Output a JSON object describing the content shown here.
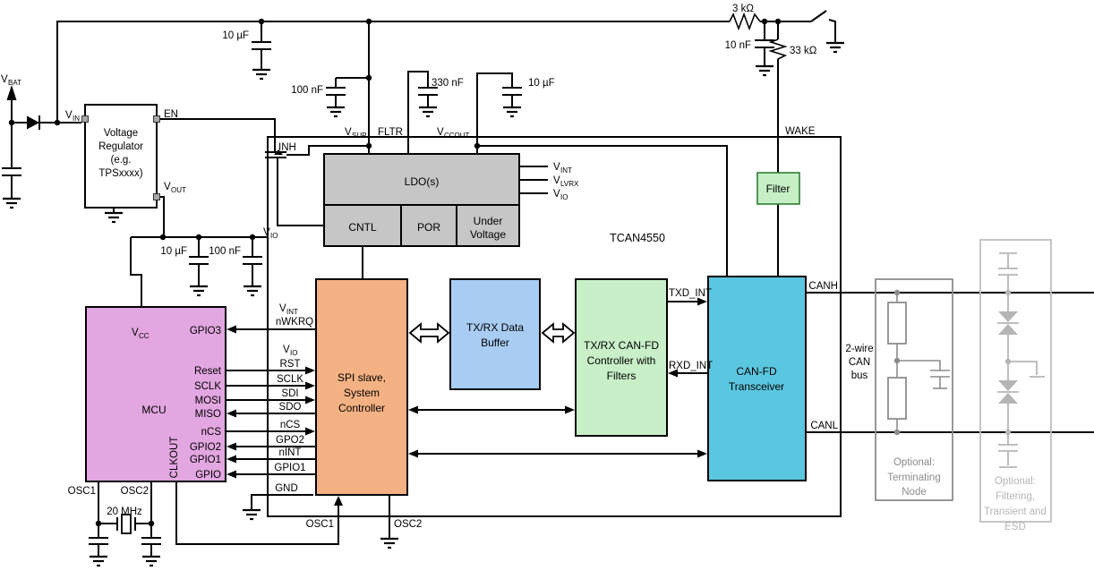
{
  "colors": {
    "mcu": "#E2A6E0",
    "spi": "#F4B183",
    "buffer": "#A9CCF2",
    "controller": "#C8EFC8",
    "transceiver": "#5BC6DF",
    "ldo": "#C6C6C6",
    "filter_fill": "#C6EFC6",
    "filter_border": "#2F7D32",
    "term_gray": "#8C8C8C",
    "esd_gray": "#B5B5B5"
  },
  "power": {
    "vbat": {
      "m": "V",
      "s": "BAT"
    },
    "vin": {
      "m": "V",
      "s": "IN"
    },
    "en": "EN",
    "vout": {
      "m": "V",
      "s": "OUT"
    },
    "regulator": {
      "l1": "Voltage",
      "l2": "Regulator",
      "l3": "(e.g.",
      "l4": "TPSxxxx)"
    },
    "cap_top": "10 µF",
    "cap_vsup": "100 nF",
    "cap_fltr": "330 nF",
    "cap_vccout": "10 µF",
    "cap_vout1": "10 µF",
    "cap_vout2": "100 nF"
  },
  "wake_circuit": {
    "r_series": "3 kΩ",
    "cap": "10 nF",
    "r_pulldown": "33 kΩ",
    "wake": "WAKE"
  },
  "tcan": {
    "title": "TCAN4550",
    "inh": "INH",
    "vsup": {
      "m": "V",
      "s": "SUP"
    },
    "fltr": "FLTR",
    "vccout": {
      "m": "V",
      "s": "CCOUT"
    },
    "vio_pin": {
      "m": "V",
      "s": "IO"
    },
    "ldo": {
      "title": "LDO(s)",
      "cntl": "CNTL",
      "por": "POR",
      "uv1": "Under",
      "uv2": "Voltage"
    },
    "rail_vint": {
      "m": "V",
      "s": "INT"
    },
    "rail_vlvrx": {
      "m": "V",
      "s": "LVRX"
    },
    "rail_vio": {
      "m": "V",
      "s": "IO"
    },
    "filter": "Filter",
    "spi": {
      "l1": "SPI slave,",
      "l2": "System",
      "l3": "Controller"
    },
    "buffer": {
      "l1": "TX/RX Data",
      "l2": "Buffer"
    },
    "controller": {
      "l1": "TX/RX CAN-FD",
      "l2": "Controller with",
      "l3": "Filters"
    },
    "transceiver": {
      "l1": "CAN-FD",
      "l2": "Transceiver"
    },
    "txd": "TXD_INT",
    "rxd": "RXD_INT",
    "canh": "CANH",
    "canl": "CANL",
    "osc1": "OSC1",
    "osc2": "OSC2",
    "gnd": "GND"
  },
  "mcu": {
    "title": "MCU",
    "vcc": {
      "m": "V",
      "s": "CC"
    },
    "gpio3": "GPIO3",
    "reset": "Reset",
    "sclk": "SCLK",
    "mosi": "MOSI",
    "miso": "MISO",
    "ncs": "nCS",
    "gpio2": "GPIO2",
    "gpio1": "GPIO1",
    "gpio": "GPIO",
    "clkout": "CLKOUT",
    "osc1": "OSC1",
    "osc2": "OSC2",
    "xtal": "20 MHz"
  },
  "bus_signals": {
    "vint": {
      "m": "V",
      "s": "INT"
    },
    "nwkrq": "nWKRQ",
    "vio": {
      "m": "V",
      "s": "IO"
    },
    "rst": "RST",
    "sclk": "SCLK",
    "sdi": "SDI",
    "sdo": "SDO",
    "ncs": "nCS",
    "gpo2": "GPO2",
    "nint": "nINT",
    "gpio1": "GPIO1"
  },
  "can_bus": {
    "l1": "2-wire",
    "l2": "CAN",
    "l3": "bus"
  },
  "optional_term": {
    "l1": "Optional:",
    "l2": "Terminating",
    "l3": "Node"
  },
  "optional_esd": {
    "l1": "Optional:",
    "l2": "Filtering,",
    "l3": "Transient and",
    "l4": "ESD"
  }
}
